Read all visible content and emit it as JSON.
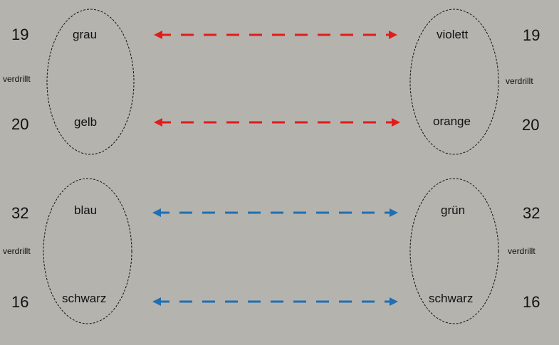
{
  "colors": {
    "background": "#b5b3ae",
    "red_arrow": "#e21b1b",
    "blue_arrow": "#1e6fb4"
  },
  "groups": [
    {
      "left": {
        "top_num": "19",
        "bottom_num": "20",
        "top_color": "grau",
        "bottom_color": "gelb",
        "twist": "verdrillt"
      },
      "right": {
        "top_num": "19",
        "bottom_num": "20",
        "top_color": "violett",
        "bottom_color": "orange",
        "twist": "verdrillt"
      },
      "arrow_color": "red"
    },
    {
      "left": {
        "top_num": "32",
        "bottom_num": "16",
        "top_color": "blau",
        "bottom_color": "schwarz",
        "twist": "verdrillt"
      },
      "right": {
        "top_num": "32",
        "bottom_num": "16",
        "top_color": "grün",
        "bottom_color": "schwarz",
        "twist": "verdrillt"
      },
      "arrow_color": "blue"
    }
  ]
}
